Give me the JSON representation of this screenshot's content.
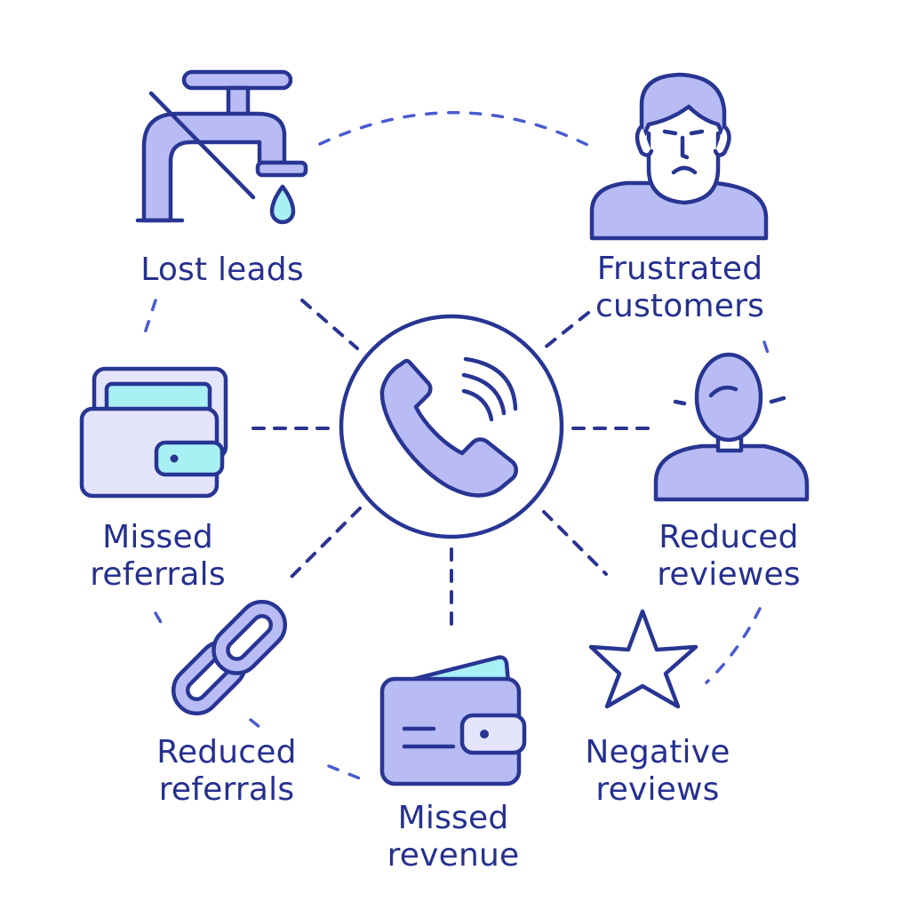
{
  "colors": {
    "stroke": "#283593",
    "fill_lavender": "#b9bcf4",
    "fill_pale": "#e4e5fb",
    "fill_cyan": "#a8f0f4",
    "connector": "#4a5bd0",
    "text": "#26308f"
  },
  "center": {
    "icon": "phone-icon"
  },
  "nodes": [
    {
      "id": "lost-leads",
      "icon": "faucet-icon",
      "lines": [
        "Lost leads"
      ]
    },
    {
      "id": "frustrated-customers",
      "icon": "frowning-person-icon",
      "lines": [
        "Frustrated",
        "customers"
      ]
    },
    {
      "id": "reduced-reviewes",
      "icon": "upset-person-icon",
      "lines": [
        "Reduced",
        "reviewes"
      ]
    },
    {
      "id": "negative-reviews",
      "icon": "star-icon",
      "lines": [
        "Negative",
        "reviews"
      ]
    },
    {
      "id": "missed-revenue",
      "icon": "wallet-icon",
      "lines": [
        "Missed",
        "revenue"
      ]
    },
    {
      "id": "reduced-referrals",
      "icon": "chain-link-icon",
      "lines": [
        "Reduced",
        "referrals"
      ]
    },
    {
      "id": "missed-referrals",
      "icon": "wallet-cards-icon",
      "lines": [
        "Missed",
        "referrals"
      ]
    }
  ]
}
